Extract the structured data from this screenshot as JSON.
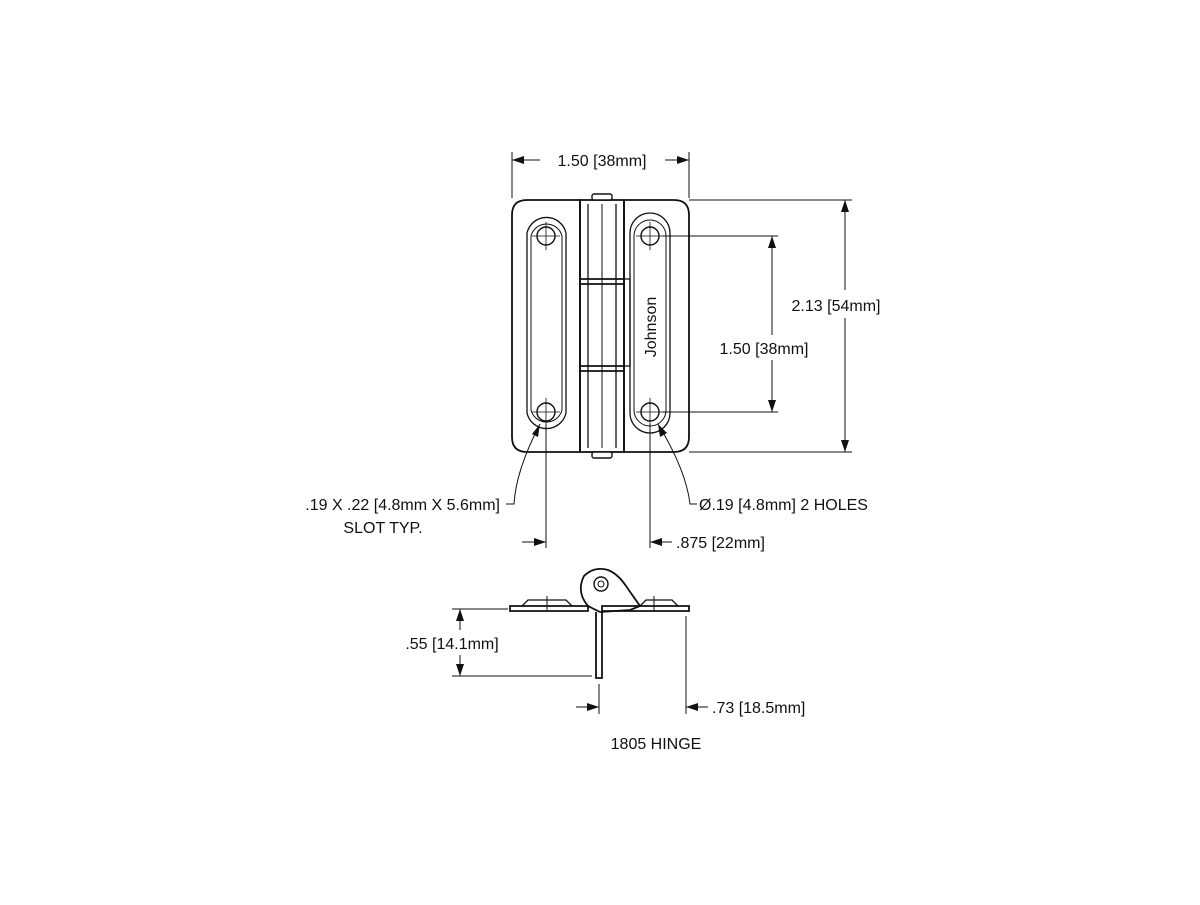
{
  "drawing": {
    "title": "1805 HINGE",
    "brand_mark": "Johnson",
    "dimensions": {
      "overall_width": "1.50 [38mm]",
      "overall_height": "2.13 [54mm]",
      "hole_spacing": "1.50 [38mm]",
      "slot_size": ".19 X .22 [4.8mm X 5.6mm]",
      "slot_note": "SLOT TYP.",
      "hole_size": "Ø.19 [4.8mm] 2 HOLES",
      "hole_offset": ".875 [22mm]",
      "side_height": ".55 [14.1mm]",
      "side_leaf_width": ".73 [18.5mm]"
    }
  }
}
